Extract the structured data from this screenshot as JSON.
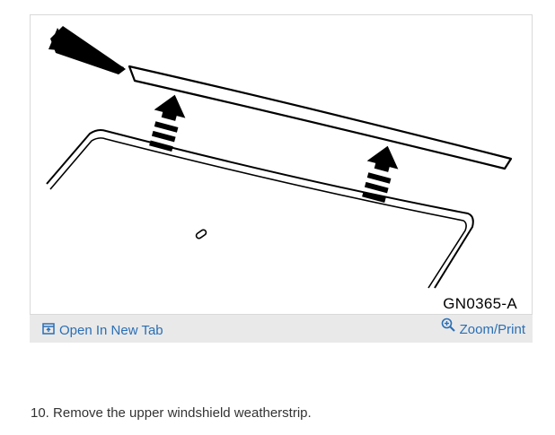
{
  "figure": {
    "code": "GN0365-A",
    "open_label": "Open In New Tab",
    "zoom_label": "Zoom/Print",
    "open_icon": "open-new-tab-icon",
    "zoom_icon": "zoom-in-icon",
    "link_color": "#2a6fb5"
  },
  "step": {
    "text": "10. Remove the upper windshield weatherstrip."
  }
}
